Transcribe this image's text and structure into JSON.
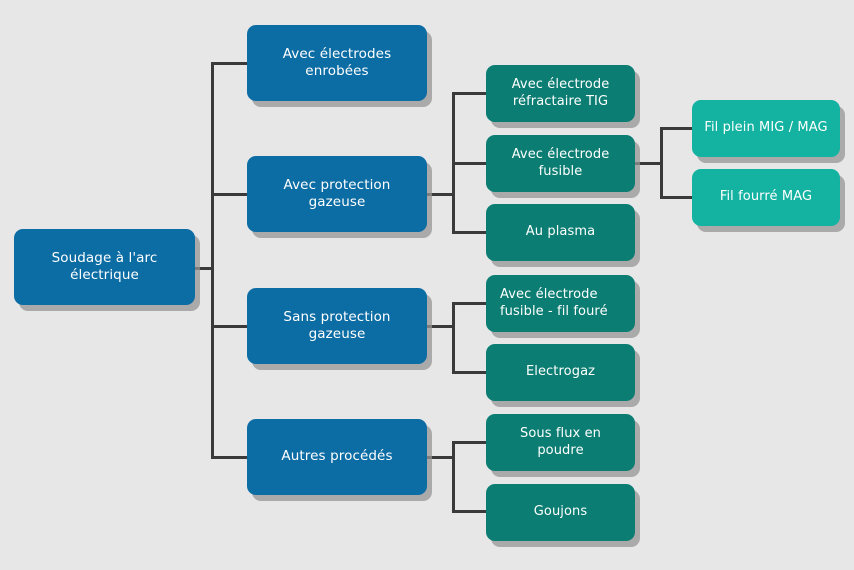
{
  "diagram": {
    "type": "tree",
    "orientation": "left-to-right",
    "title": "Soudage à l'arc électrique",
    "background_color": "#e7e7e7",
    "connector_color": "#3a3a3a",
    "levels": [
      {
        "name": "root",
        "color": "#0c6ca4"
      },
      {
        "name": "branch",
        "color": "#0c6ca4"
      },
      {
        "name": "leaf",
        "color": "#0b7d72"
      },
      {
        "name": "subleaf",
        "color": "#13b2a1"
      }
    ]
  },
  "nodes": {
    "root": {
      "label": "Soudage à l'arc électrique"
    },
    "level2": [
      {
        "id": "enrobees",
        "label": "Avec électrodes enrobées"
      },
      {
        "id": "avec_gaz",
        "label": "Avec protection gazeuse"
      },
      {
        "id": "sans_gaz",
        "label": "Sans protection gazeuse"
      },
      {
        "id": "autres",
        "label": "Autres procédés"
      }
    ],
    "level3": [
      {
        "id": "tig",
        "label": "Avec électrode réfractaire TIG",
        "parent": "avec_gaz"
      },
      {
        "id": "fusible",
        "label": "Avec électrode fusible",
        "parent": "avec_gaz"
      },
      {
        "id": "plasma",
        "label": "Au plasma",
        "parent": "avec_gaz"
      },
      {
        "id": "fil_foure",
        "label": "Avec électrode fusible - fil fouré",
        "parent": "sans_gaz"
      },
      {
        "id": "electrogaz",
        "label": "Electrogaz",
        "parent": "sans_gaz"
      },
      {
        "id": "sous_flux",
        "label": "Sous flux en poudre",
        "parent": "autres"
      },
      {
        "id": "goujons",
        "label": "Goujons",
        "parent": "autres"
      }
    ],
    "level4": [
      {
        "id": "mig_mag",
        "label": "Fil plein MIG / MAG",
        "parent": "fusible"
      },
      {
        "id": "fourre_mag",
        "label": "Fil fourré MAG",
        "parent": "fusible"
      }
    ]
  }
}
